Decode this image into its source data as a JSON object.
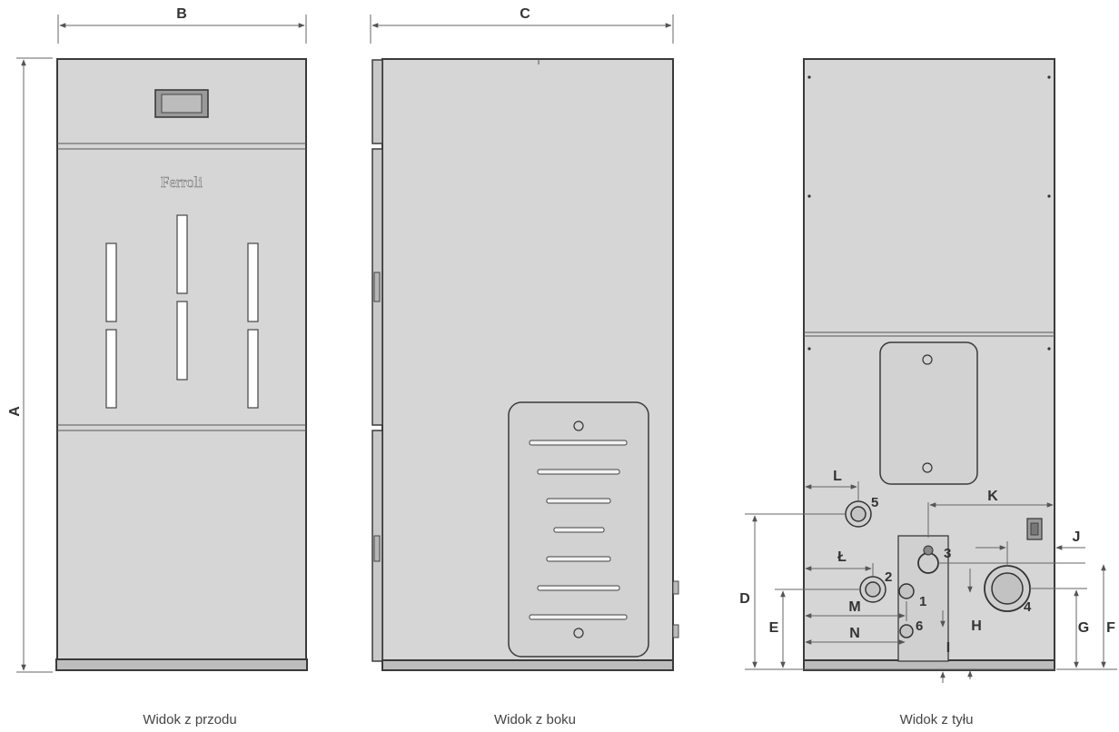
{
  "views": {
    "front": {
      "caption": "Widok z przodu",
      "brand": "Ferroli"
    },
    "side": {
      "caption": "Widok z boku"
    },
    "rear": {
      "caption": "Widok z tyłu"
    }
  },
  "dimensions": {
    "A": "A",
    "B": "B",
    "C": "C",
    "D": "D",
    "E": "E",
    "F": "F",
    "G": "G",
    "H": "H",
    "I": "I",
    "J": "J",
    "K": "K",
    "L": "L",
    "L_stroke": "Ł",
    "M": "M",
    "N": "N"
  },
  "connections": [
    "1",
    "2",
    "3",
    "4",
    "5",
    "6"
  ],
  "colors": {
    "panel": "#d6d6d6",
    "outline": "#3a3a3a",
    "background": "#ffffff"
  }
}
